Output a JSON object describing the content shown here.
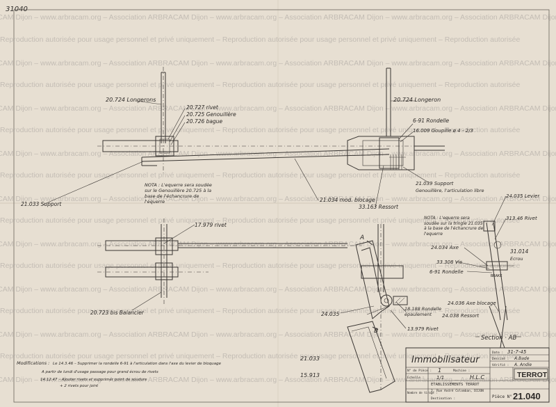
{
  "corner_number": "31040",
  "watermark": {
    "line_a": "ARBRACAM Dijon – www.arbracam.org – Association ARBRACAM Dijon – www.arbracam.org – Association ARBRACAM Dijon – www.arbracam.org – Association ARBRACAM Dijon",
    "line_b": "Reproduction autorisée pour usage personnel et privé uniquement – Reproduction autorisée pour usage personnel et privé uniquement – Reproduction autorisée"
  },
  "labels": {
    "l1": "20.724 Longerons",
    "l2": "20.727 rivet",
    "l3": "20.725 Genouillère",
    "l4": "20.726 bague",
    "l5": "20.724 Longeron",
    "l6": "6-91 Rondelle",
    "l7": "16.009 Goupille ø 4 - 2/3",
    "l8": "NOTA : L'equerre sera soudée sur le Genouillère 20.725 à la base de l'échancrure de l'equerre",
    "l9": "21.033 Support",
    "l10": "21.034 mod. blocage",
    "l11": "33.163 Ressort",
    "l12": "21.039 Support",
    "l13": "Genouillère, l'articulation libre",
    "l14": "24.035 Levier",
    "l15": "313.46 Rivet",
    "l16": "NOTA : L'equerre sera soudée sur la tringle 21.035 à la base de l'échancrure de l'equerre",
    "l17": "17.979 rivet",
    "l18": "24.034 Axe",
    "l19": "31.014",
    "l20": "Ecrou",
    "l21": "33.308 Vis",
    "l22": "6-91 Rondelle",
    "l23": "BRAKE",
    "l24": "24.036 Axe blocage",
    "l25": "24.038 Ressort",
    "l26": "20.723 bis Balancier",
    "l27": "24.035",
    "l28": "18.188 Rondelle épaulement",
    "l29": "13.979 Rivet",
    "l30": "Section · AB",
    "l31": "21.033",
    "l32": "15.913",
    "letter_a": "A",
    "letter_b": "B"
  },
  "modifications": {
    "title": "Modifications :",
    "row1": "Le 14.3.46 – Supprimer la rondelle 6-91 à l'articulation dans l'axe du levier de bloquage",
    "row2": "A partir de lundi d'usage passage pour grand écrou de rivets",
    "row3": "14.12.47 – Ajouter rivets et supprimer point de soudure",
    "row4": "+ 2 rivets pour joint"
  },
  "title_block": {
    "title": "Immobilisateur",
    "num_piece_label": "N° de Pièce :",
    "num_piece_value": "1",
    "machine_label": "Machine :",
    "machine_value": "H.L.C",
    "date_label": "Date :",
    "date_value": "31-7-45",
    "dessine_label": "Dessiné :",
    "dessine_value": "A.Bade",
    "verifie_label": "Vérifié :",
    "verifie_value": "A. Andie",
    "echelle_label": "Echelle :",
    "echelle_value": "1/1",
    "company": "ETABLISSEMENTS TERROT",
    "address": "2, Rue André Colomban, DIJON",
    "brand": "TERROT",
    "nombre_label": "Nombre de tirage :",
    "destination_label": "Destination :",
    "piece_label": "Pièce N°",
    "piece_value": "21.040"
  }
}
